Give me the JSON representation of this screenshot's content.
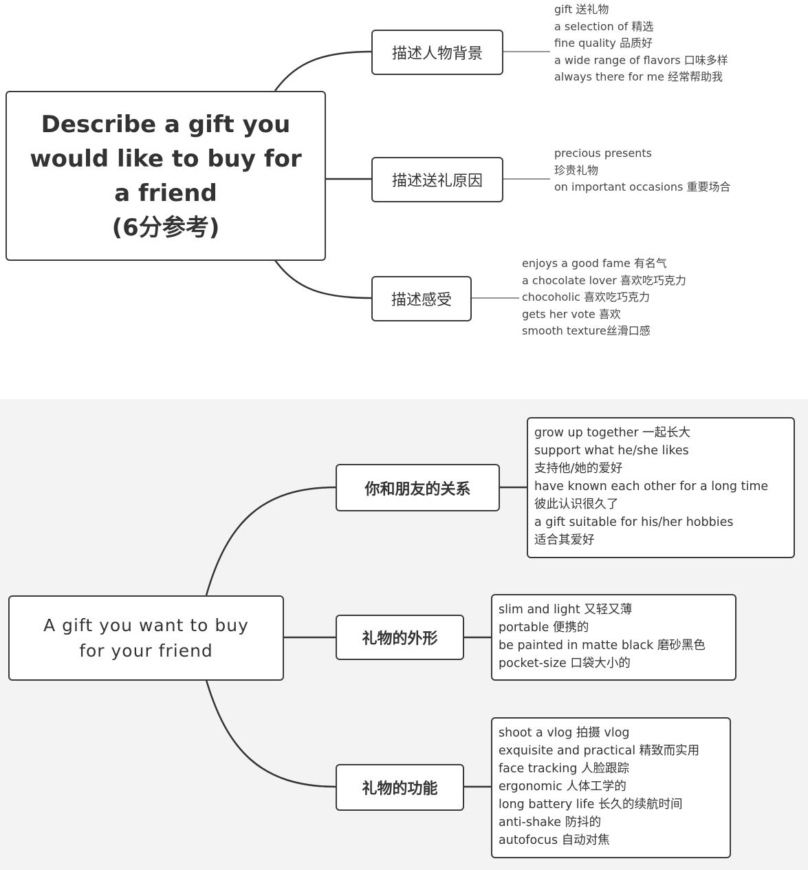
{
  "map1": {
    "central": "Describe a gift you would like to buy for a friend (6分参考)",
    "central_lines": [
      "Describe a gift you",
      "would like to buy for",
      "a friend",
      "(6分参考)"
    ],
    "branches": [
      {
        "label": "描述人物背景",
        "items": [
          "gift 送礼物",
          "a selection of 精选",
          "fine quality 品质好",
          "a wide range of flavors 口味多样",
          "always there for me 经常帮助我"
        ]
      },
      {
        "label": "描述送礼原因",
        "items": [
          "precious presents",
          "珍贵礼物",
          "on important occasions 重要场合"
        ]
      },
      {
        "label": "描述感受",
        "items": [
          "enjoys a good fame  有名气",
          "a chocolate lover 喜欢吃巧克力",
          "chocoholic 喜欢吃巧克力",
          "gets her vote 喜欢",
          "smooth texture丝滑口感"
        ]
      }
    ]
  },
  "map2": {
    "central_lines": [
      "A gift you want to buy",
      "for your friend"
    ],
    "branches": [
      {
        "label": "你和朋友的关系",
        "items": [
          "grow up together 一起长大",
          "support what he/she likes",
          "支持他/她的爱好",
          "have known each other for a long time",
          "彼此认识很久了",
          "a gift suitable for his/her hobbies",
          "适合其爱好"
        ]
      },
      {
        "label": "礼物的外形",
        "items": [
          "slim and light 又轻又薄",
          "portable 便携的",
          "be painted in matte black 磨砂黑色",
          "pocket-size 口袋大小的"
        ]
      },
      {
        "label": "礼物的功能",
        "items": [
          "shoot a vlog 拍摄 vlog",
          "exquisite and practical 精致而实用",
          "face tracking 人脸跟踪",
          "ergonomic 人体工学的",
          "long battery life 长久的续航时间",
          "anti-shake 防抖的",
          "autofocus 自动对焦"
        ]
      }
    ]
  }
}
